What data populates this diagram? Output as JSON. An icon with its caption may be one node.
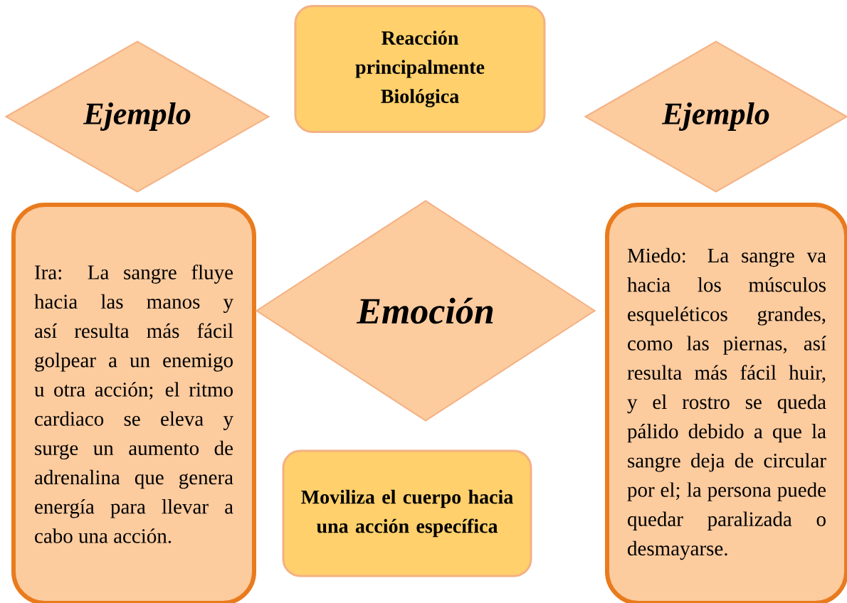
{
  "diagram": {
    "nodes": [
      {
        "text": [
          "Ejemplo"
        ]
      },
      {
        "text": [
          "Reacción principalmente Biológica"
        ]
      },
      {
        "text": [
          "Ejemplo"
        ]
      },
      {
        "text": [
          "Ira: La sangre fluye hacia las manos y así resulta más fácil golpear a un enemigo u otra acción; el ritmo cardiaco se eleva y surge un aumento de adrenalina que genera energía para llevar a cabo una acción."
        ]
      },
      {
        "text": [
          "Emoción"
        ]
      },
      {
        "text": [
          "Miedo: La sangre va hacia los músculos esqueléticos grandes, como las piernas, así resulta más fácil huir, y el rostro se queda pálido debido a que la sangre deja de circular por el; la persona puede quedar paralizada o desmayarse."
        ]
      },
      {
        "text": [
          "Moviliza el cuerpo hacia una acción específica"
        ]
      }
    ]
  }
}
